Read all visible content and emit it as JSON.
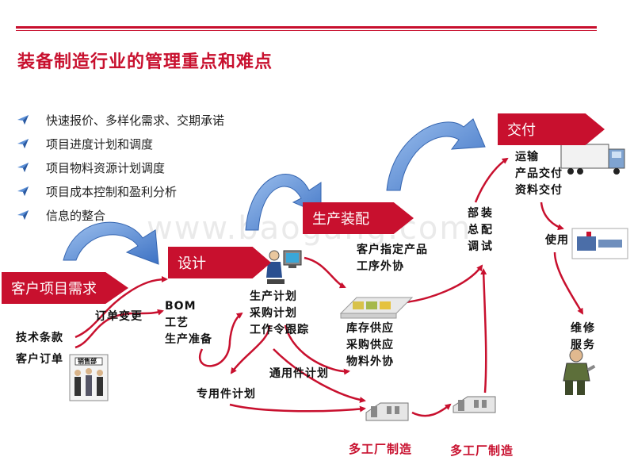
{
  "title": "装备制造行业的管理重点和难点",
  "bullets": [
    "快速报价、多样化需求、交期承诺",
    "项目进度计划和调度",
    "项目物料资源计划调度",
    "项目成本控制和盈利分析",
    "信息的整合"
  ],
  "stages": {
    "customer": "客户项目需求",
    "design": "设计",
    "assembly": "生产装配",
    "delivery": "交付"
  },
  "labels": {
    "tech_terms": "技术条款",
    "customer_order": "客户订单",
    "sales_dept": "销售部",
    "order_change": "订单变更",
    "bom_block": [
      "BOM",
      "工艺",
      "生产准备"
    ],
    "plan_block": [
      "生产计划",
      "采购计划",
      "工作令跟踪"
    ],
    "customer_specified": "客户指定产品",
    "process_outsource": "工序外协",
    "supply_block": [
      "库存供应",
      "采购供应",
      "物料外协"
    ],
    "general_parts_plan": "通用件计划",
    "special_parts_plan": "专用件计划",
    "multi_factory_1": "多工厂制造",
    "multi_factory_2": "多工厂制造",
    "final_assembly": [
      "部装",
      "总配",
      "调试"
    ],
    "delivery_block": [
      "运输",
      "产品交付",
      "资料交付"
    ],
    "use": "使用",
    "maintenance": [
      "维修",
      "服务"
    ]
  },
  "watermark": "www.baogang.com",
  "colors": {
    "accent": "#c8102e",
    "arrow_blue": "#5b8fd6"
  }
}
